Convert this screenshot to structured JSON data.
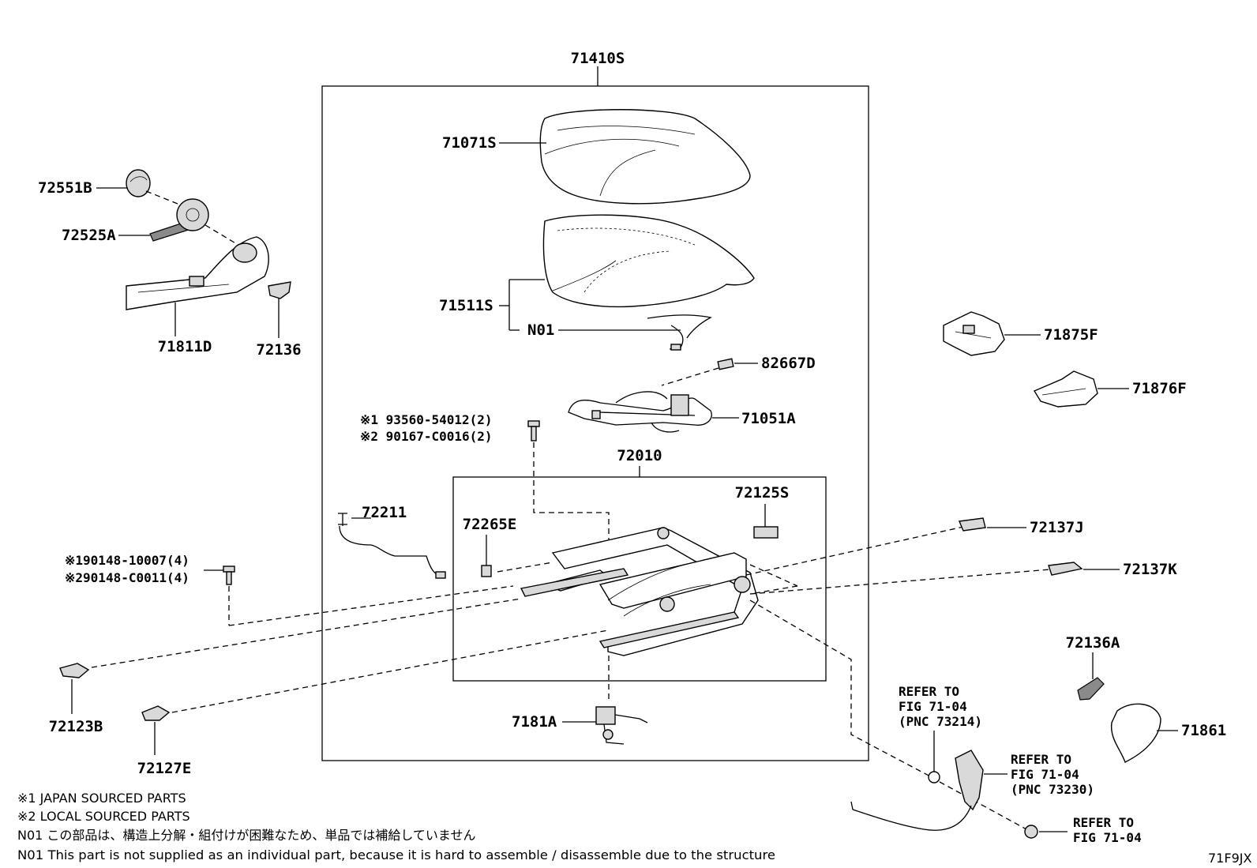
{
  "labels": {
    "assy_71410S": "71410S",
    "cover_71071S": "71071S",
    "pad_71511S": "71511S",
    "n01": "N01",
    "sensor_82667D": "82667D",
    "wire_71051A": "71051A",
    "adjuster_72010": "72010",
    "bracket_72125S": "72125S",
    "bracket_72265E": "72265E",
    "rod_72211": "72211",
    "bolt_japan_1": "※1 93560-54012(2)",
    "bolt_local_1": "※2 90167-C0016(2)",
    "bolt_japan_2": "※190148-10007(4)",
    "bolt_local_2": "※290148-C0011(4)",
    "cap_72551B": "72551B",
    "knob_72525A": "72525A",
    "shield_71811D": "71811D",
    "clip_72136": "72136",
    "cover_71875F": "71875F",
    "cover_71876F": "71876F",
    "cover_72137J": "72137J",
    "cover_72137K": "72137K",
    "cover_72136A": "72136A",
    "pad_71861": "71861",
    "cover_72123B": "72123B",
    "cover_72127E": "72127E",
    "motor_7181A": "7181A",
    "diagram_code": "71F9JX"
  },
  "references": {
    "ref1": [
      "REFER TO",
      "FIG 71-04",
      "(PNC 73214)"
    ],
    "ref2": [
      "REFER TO",
      "FIG 71-04",
      "(PNC 73230)"
    ],
    "ref3": [
      "REFER TO",
      "FIG 71-04"
    ]
  },
  "legend": {
    "japan": "※1 JAPAN SOURCED PARTS",
    "local": "※2 LOCAL SOURCED PARTS",
    "n01_ja": "N01 この部品は、構造上分解・組付けが困難なため、単品では補給していません",
    "n01_en": "N01 This part is not supplied as an individual part, because it is hard to assemble / disassemble due to the structure"
  }
}
